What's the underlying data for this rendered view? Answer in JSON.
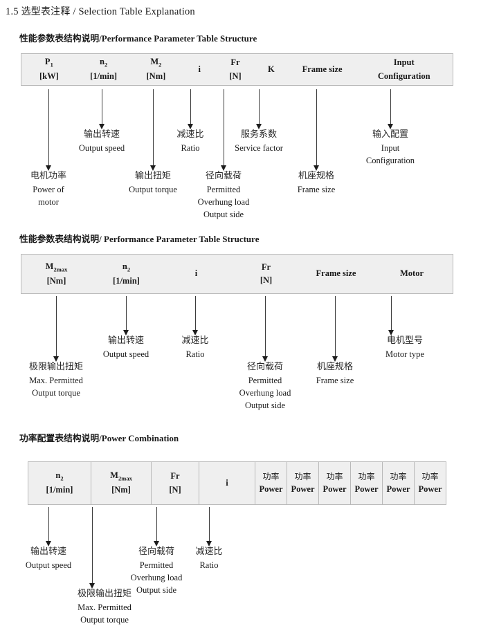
{
  "page": {
    "section_number": "1.5",
    "section_title_cn": "选型表注释",
    "section_sep": "/",
    "section_title_en": "Selection Table Explanation"
  },
  "sections": [
    {
      "heading_cn": "性能参数表结构说明",
      "heading_sep": "/",
      "heading_en": "Performance Parameter Table Structure",
      "table": {
        "columns": [
          {
            "symbol": "P",
            "sub": "1",
            "unit": "[kW]"
          },
          {
            "symbol": "n",
            "sub": "2",
            "unit": "[1/min]"
          },
          {
            "symbol": "M",
            "sub": "2",
            "unit": "[Nm]"
          },
          {
            "symbol": "i",
            "sub": "",
            "unit": ""
          },
          {
            "symbol": "Fr",
            "sub": "",
            "unit": "[N]"
          },
          {
            "symbol": "K",
            "sub": "",
            "unit": ""
          },
          {
            "symbol": "Frame size",
            "sub": "",
            "unit": ""
          },
          {
            "symbol": "Input",
            "sub": "",
            "unit": "Configuration"
          }
        ]
      },
      "annotations": [
        {
          "cn": "电机功率",
          "en": [
            "Power of",
            "motor"
          ]
        },
        {
          "cn": "输出转速",
          "en": [
            "Output speed"
          ]
        },
        {
          "cn": "输出扭矩",
          "en": [
            "Output torque"
          ]
        },
        {
          "cn": "减速比",
          "en": [
            "Ratio"
          ]
        },
        {
          "cn": "径向载荷",
          "en": [
            "Permitted",
            "Overhung load",
            "Output side"
          ]
        },
        {
          "cn": "服务系数",
          "en": [
            "Service factor"
          ]
        },
        {
          "cn": "机座规格",
          "en": [
            "Frame size"
          ]
        },
        {
          "cn": "输入配置",
          "en": [
            "Input",
            "Configuration"
          ]
        }
      ]
    },
    {
      "heading_cn": "性能参数表结构说明",
      "heading_sep": "/",
      "heading_en": "Performance Parameter Table Structure",
      "table": {
        "columns": [
          {
            "symbol": "M",
            "sub": "2max",
            "unit": "[Nm]"
          },
          {
            "symbol": "n",
            "sub": "2",
            "unit": "[1/min]"
          },
          {
            "symbol": "i",
            "sub": "",
            "unit": ""
          },
          {
            "symbol": "Fr",
            "sub": "",
            "unit": "[N]"
          },
          {
            "symbol": "Frame size",
            "sub": "",
            "unit": ""
          },
          {
            "symbol": "Motor",
            "sub": "",
            "unit": ""
          }
        ]
      },
      "annotations": [
        {
          "cn": "极限输出扭矩",
          "en": [
            "Max. Permitted",
            "Output  torque"
          ]
        },
        {
          "cn": "输出转速",
          "en": [
            "Output speed"
          ]
        },
        {
          "cn": "减速比",
          "en": [
            "Ratio"
          ]
        },
        {
          "cn": "径向载荷",
          "en": [
            "Permitted",
            "Overhung load",
            "Output side"
          ]
        },
        {
          "cn": "机座规格",
          "en": [
            "Frame size"
          ]
        },
        {
          "cn": "电机型号",
          "en": [
            "Motor type"
          ]
        }
      ]
    },
    {
      "heading_cn": "功率配置表结构说明",
      "heading_sep": "/",
      "heading_en": "Power Combination",
      "table": {
        "columns": [
          {
            "symbol": "n",
            "sub": "2",
            "unit": "[1/min]"
          },
          {
            "symbol": "M",
            "sub": "2max",
            "unit": "[Nm]"
          },
          {
            "symbol": "Fr",
            "sub": "",
            "unit": "[N]"
          },
          {
            "symbol": "i",
            "sub": "",
            "unit": ""
          },
          {
            "symbol": "功率",
            "sub": "",
            "unit": "Power"
          },
          {
            "symbol": "功率",
            "sub": "",
            "unit": "Power"
          },
          {
            "symbol": "功率",
            "sub": "",
            "unit": "Power"
          },
          {
            "symbol": "功率",
            "sub": "",
            "unit": "Power"
          },
          {
            "symbol": "功率",
            "sub": "",
            "unit": "Power"
          },
          {
            "symbol": "功率",
            "sub": "",
            "unit": "Power"
          }
        ]
      },
      "annotations": [
        {
          "cn": "输出转速",
          "en": [
            "Output speed"
          ]
        },
        {
          "cn": "极限输出扭矩",
          "en": [
            "Max. Permitted",
            "Output  torque"
          ]
        },
        {
          "cn": "径向载荷",
          "en": [
            "Permitted",
            "Overhung load",
            "Output side"
          ]
        },
        {
          "cn": "减速比",
          "en": [
            "Ratio"
          ]
        }
      ]
    }
  ],
  "colors": {
    "table_fill": "#efefef",
    "table_border": "#b9b9b9",
    "text": "#1a1a1a",
    "arrow": "#1d1d1d",
    "page_background": "#ffffff"
  }
}
